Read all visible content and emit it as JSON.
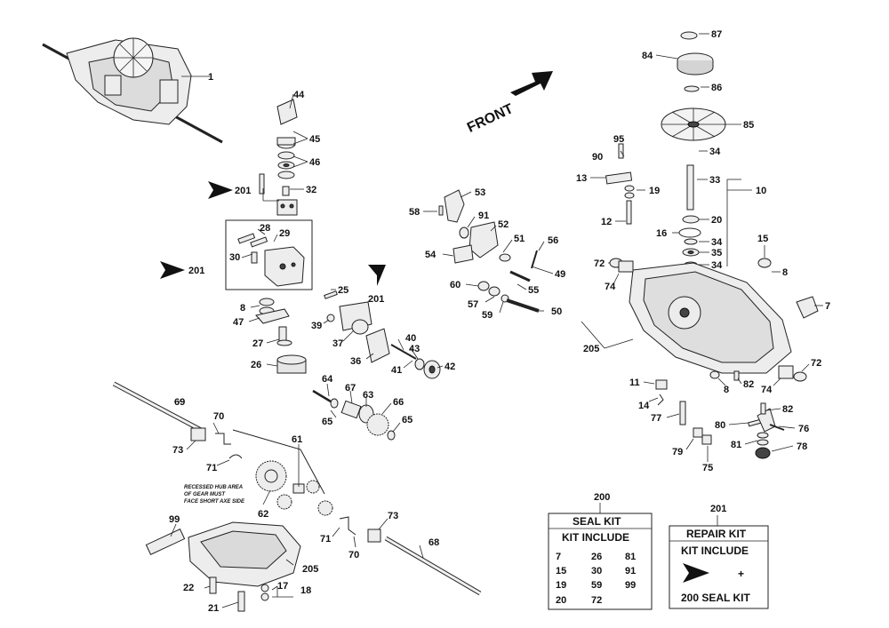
{
  "front_label": "FRONT",
  "note_lines": [
    "RECESSED HUB AREA",
    "OF GEAR MUST",
    "FACE SHORT AXE SIDE"
  ],
  "callouts": [
    "1",
    "44",
    "45",
    "46",
    "201",
    "32",
    "28",
    "29",
    "201",
    "30",
    "8",
    "47",
    "27",
    "26",
    "25",
    "201",
    "39",
    "37",
    "36",
    "40",
    "41",
    "43",
    "42",
    "69",
    "70",
    "73",
    "71",
    "61",
    "62",
    "64",
    "67",
    "63",
    "65",
    "66",
    "65",
    "99",
    "205",
    "22",
    "21",
    "17",
    "18",
    "71",
    "70",
    "73",
    "68",
    "53",
    "58",
    "91",
    "52",
    "51",
    "56",
    "54",
    "49",
    "60",
    "55",
    "57",
    "59",
    "50",
    "87",
    "84",
    "86",
    "85",
    "34",
    "95",
    "90",
    "13",
    "19",
    "33",
    "10",
    "12",
    "20",
    "16",
    "34",
    "15",
    "35",
    "34",
    "8",
    "72",
    "74",
    "7",
    "205",
    "11",
    "14",
    "77",
    "8",
    "82",
    "74",
    "72",
    "80",
    "82",
    "76",
    "81",
    "78",
    "79",
    "75"
  ],
  "seal_kit": {
    "number": "200",
    "title": "SEAL KIT",
    "subtitle": "KIT INCLUDE",
    "cells": [
      "7",
      "26",
      "81",
      "15",
      "30",
      "91",
      "19",
      "59",
      "99",
      "20",
      "72"
    ]
  },
  "repair_kit": {
    "number": "201",
    "title": "REPAIR KIT",
    "subtitle": "KIT INCLUDE",
    "plus": "+",
    "footer": "200 SEAL KIT"
  }
}
